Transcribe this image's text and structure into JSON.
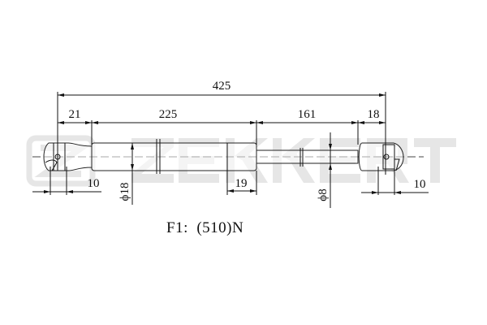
{
  "watermark": {
    "brand": "ZEKKERT",
    "color": "#e6e6e6"
  },
  "dimensions": {
    "overall": "425",
    "eye_left": "21",
    "cylinder": "225",
    "rod": "161",
    "eye_right": "18",
    "eye_width_left": "10",
    "cylinder_diameter": "ϕ18",
    "cylinder_end": "19",
    "rod_diameter": "ϕ8",
    "eye_width_right": "10"
  },
  "force": {
    "label": "F1:",
    "value": "(510)N"
  }
}
